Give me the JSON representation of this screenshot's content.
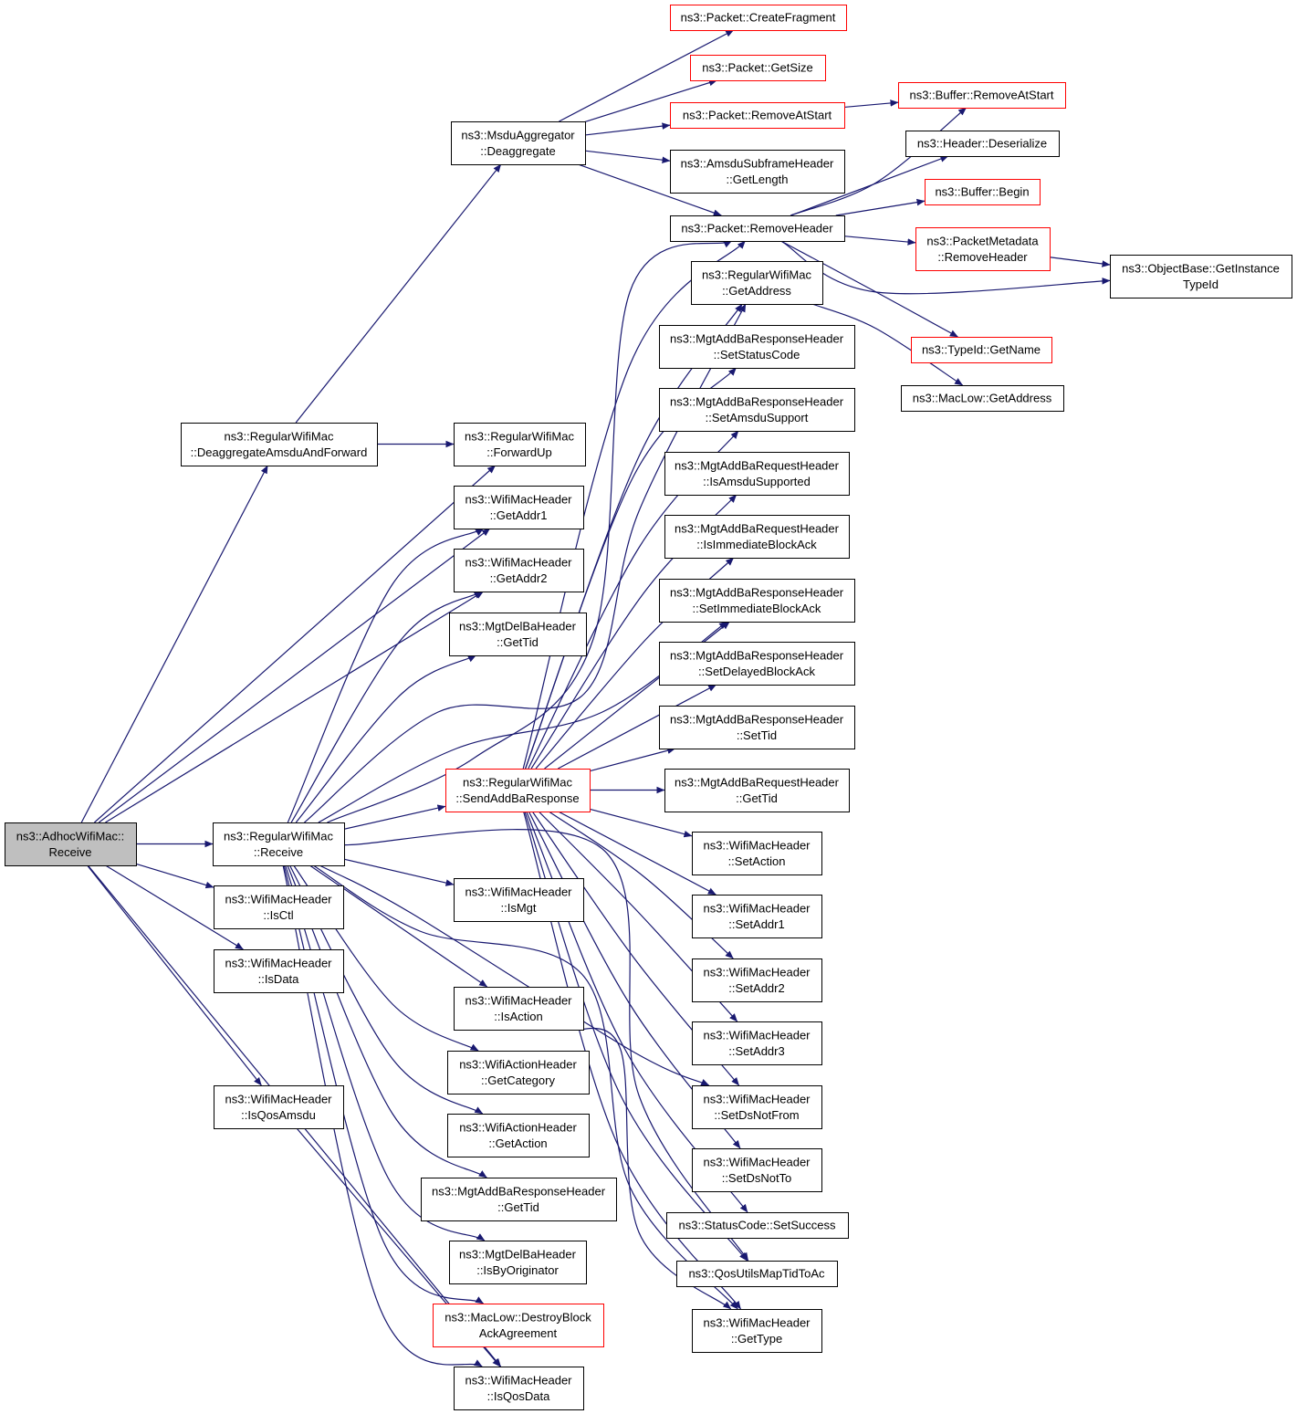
{
  "diagram": {
    "title": "",
    "colors": {
      "edge": "#191970",
      "node_border": "#000000",
      "node_border_truncated": "#ff0000",
      "root_fill": "#bfbfbf",
      "node_fill": "#ffffff"
    },
    "nodes": {
      "n_root": [
        "ns3::AdhocWifiMac::",
        "Receive"
      ],
      "n_deagg_fwd": [
        "ns3::RegularWifiMac",
        "::DeaggregateAmsduAndForward"
      ],
      "n_rwm_receive": [
        "ns3::RegularWifiMac",
        "::Receive"
      ],
      "n_is_ctl": [
        "ns3::WifiMacHeader",
        "::IsCtl"
      ],
      "n_is_data": [
        "ns3::WifiMacHeader",
        "::IsData"
      ],
      "n_is_qos_amsdu": [
        "ns3::WifiMacHeader",
        "::IsQosAmsdu"
      ],
      "n_msdu_deagg": [
        "ns3::MsduAggregator",
        "::Deaggregate"
      ],
      "n_forward_up": [
        "ns3::RegularWifiMac",
        "::ForwardUp"
      ],
      "n_get_addr1": [
        "ns3::WifiMacHeader",
        "::GetAddr1"
      ],
      "n_get_addr2": [
        "ns3::WifiMacHeader",
        "::GetAddr2"
      ],
      "n_delba_get_tid": [
        "ns3::MgtDelBaHeader",
        "::GetTid"
      ],
      "n_send_addba_resp": [
        "ns3::RegularWifiMac",
        "::SendAddBaResponse"
      ],
      "n_is_mgt": [
        "ns3::WifiMacHeader",
        "::IsMgt"
      ],
      "n_is_action": [
        "ns3::WifiMacHeader",
        "::IsAction"
      ],
      "n_get_category": [
        "ns3::WifiActionHeader",
        "::GetCategory"
      ],
      "n_get_action": [
        "ns3::WifiActionHeader",
        "::GetAction"
      ],
      "n_addba_resp_get_tid": [
        "ns3::MgtAddBaResponseHeader",
        "::GetTid"
      ],
      "n_delba_is_orig": [
        "ns3::MgtDelBaHeader",
        "::IsByOriginator"
      ],
      "n_destroy_ba": [
        "ns3::MacLow::DestroyBlock",
        "AckAgreement"
      ],
      "n_is_qos_data": [
        "ns3::WifiMacHeader",
        "::IsQosData"
      ],
      "n_create_fragment": [
        "ns3::Packet::CreateFragment"
      ],
      "n_get_size": [
        "ns3::Packet::GetSize"
      ],
      "n_remove_at_start": [
        "ns3::Packet::RemoveAtStart"
      ],
      "n_amsdu_get_length": [
        "ns3::AmsduSubframeHeader",
        "::GetLength"
      ],
      "n_remove_header": [
        "ns3::Packet::RemoveHeader"
      ],
      "n_rwm_get_address": [
        "ns3::RegularWifiMac",
        "::GetAddress"
      ],
      "n_set_status_code": [
        "ns3::MgtAddBaResponseHeader",
        "::SetStatusCode"
      ],
      "n_set_amsdu_support": [
        "ns3::MgtAddBaResponseHeader",
        "::SetAmsduSupport"
      ],
      "n_is_amsdu_supported": [
        "ns3::MgtAddBaRequestHeader",
        "::IsAmsduSupported"
      ],
      "n_is_immediate_ba": [
        "ns3::MgtAddBaRequestHeader",
        "::IsImmediateBlockAck"
      ],
      "n_set_immediate_ba": [
        "ns3::MgtAddBaResponseHeader",
        "::SetImmediateBlockAck"
      ],
      "n_set_delayed_ba": [
        "ns3::MgtAddBaResponseHeader",
        "::SetDelayedBlockAck"
      ],
      "n_resp_set_tid": [
        "ns3::MgtAddBaResponseHeader",
        "::SetTid"
      ],
      "n_req_get_tid": [
        "ns3::MgtAddBaRequestHeader",
        "::GetTid"
      ],
      "n_set_action": [
        "ns3::WifiMacHeader",
        "::SetAction"
      ],
      "n_set_addr1": [
        "ns3::WifiMacHeader",
        "::SetAddr1"
      ],
      "n_set_addr2": [
        "ns3::WifiMacHeader",
        "::SetAddr2"
      ],
      "n_set_addr3": [
        "ns3::WifiMacHeader",
        "::SetAddr3"
      ],
      "n_set_ds_not_from": [
        "ns3::WifiMacHeader",
        "::SetDsNotFrom"
      ],
      "n_set_ds_not_to": [
        "ns3::WifiMacHeader",
        "::SetDsNotTo"
      ],
      "n_status_set_success": [
        "ns3::StatusCode::SetSuccess"
      ],
      "n_qos_map_tid": [
        "ns3::QosUtilsMapTidToAc"
      ],
      "n_get_type": [
        "ns3::WifiMacHeader",
        "::GetType"
      ],
      "n_buf_remove_at_start": [
        "ns3::Buffer::RemoveAtStart"
      ],
      "n_hdr_deserialize": [
        "ns3::Header::Deserialize"
      ],
      "n_buf_begin": [
        "ns3::Buffer::Begin"
      ],
      "n_pm_remove_header": [
        "ns3::PacketMetadata",
        "::RemoveHeader"
      ],
      "n_typeid_get_name": [
        "ns3::TypeId::GetName"
      ],
      "n_maclow_get_address": [
        "ns3::MacLow::GetAddress"
      ],
      "n_get_instance_typeid": [
        "ns3::ObjectBase::GetInstance",
        "TypeId"
      ]
    }
  }
}
